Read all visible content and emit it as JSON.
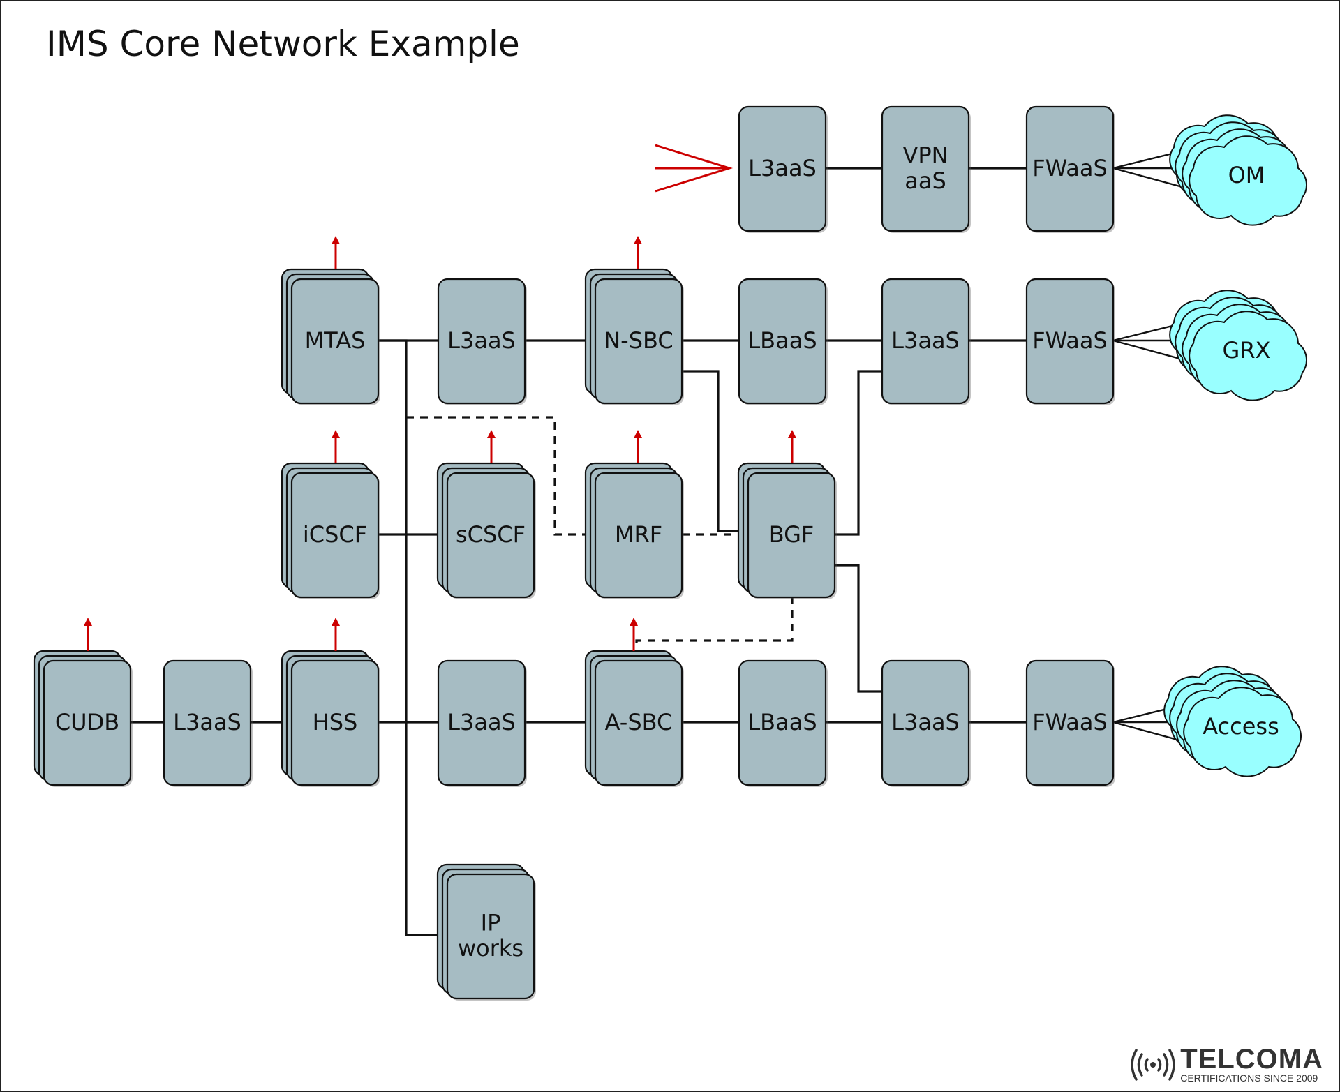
{
  "title": "IMS Core Network Example",
  "nodes": {
    "om_l3aas": "L3aaS",
    "vpnaas": "VPN\naaS",
    "om_fwaas": "FWaaS",
    "mtas": "MTAS",
    "l3aas_1": "L3aaS",
    "nsbc": "N-SBC",
    "lbaas_1": "LBaaS",
    "l3aas_2": "L3aaS",
    "fwaas_2": "FWaaS",
    "icscf": "iCSCF",
    "scscf": "sCSCF",
    "mrf": "MRF",
    "bgf": "BGF",
    "cudb": "CUDB",
    "l3aas_3": "L3aaS",
    "hss": "HSS",
    "l3aas_4": "L3aaS",
    "asbc": "A-SBC",
    "lbaas_3": "LBaaS",
    "l3aas_5": "L3aaS",
    "fwaas_3": "FWaaS",
    "ipworks": "IP\nworks"
  },
  "clouds": {
    "om": "OM",
    "grx": "GRX",
    "access": "Access"
  },
  "colors": {
    "node": "#a6bcc3",
    "cloud": "#99ffff",
    "arrow": "#cc0000"
  },
  "logo": {
    "name": "TELCOMA",
    "tagline": "CERTIFICATIONS SINCE 2009"
  }
}
